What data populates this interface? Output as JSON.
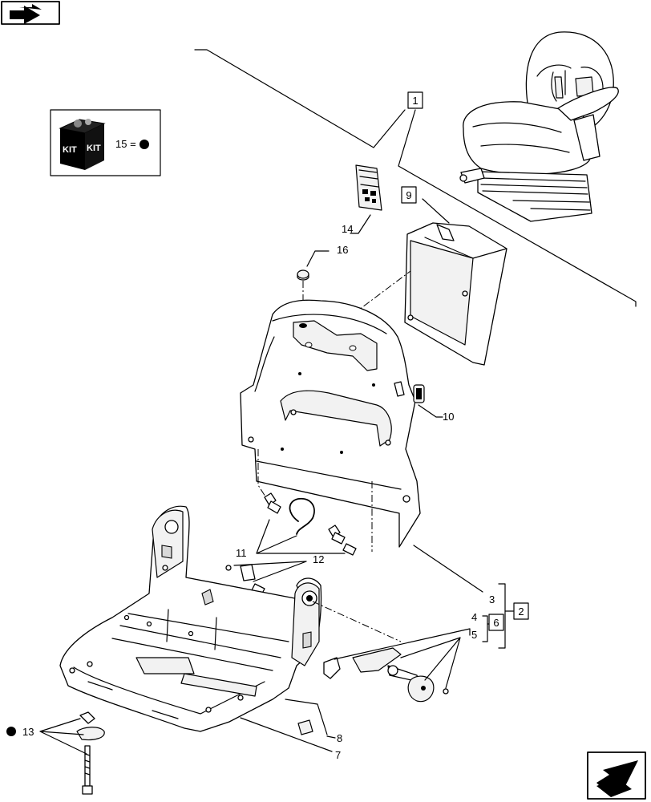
{
  "labels": {
    "l1": "1",
    "l2": "2",
    "l3": "3",
    "l4": "4",
    "l5": "5",
    "l6": "6",
    "l7": "7",
    "l8": "8",
    "l9": "9",
    "l10": "10",
    "l11": "11",
    "l12": "12",
    "l13": "13",
    "l14": "14",
    "l16": "16"
  },
  "kit_legend": {
    "kit_word": "KIT",
    "equation": "15 ="
  },
  "icons": {
    "top_left": "view-arrow-icon",
    "bottom_right": "next-page-arrow-icon"
  }
}
